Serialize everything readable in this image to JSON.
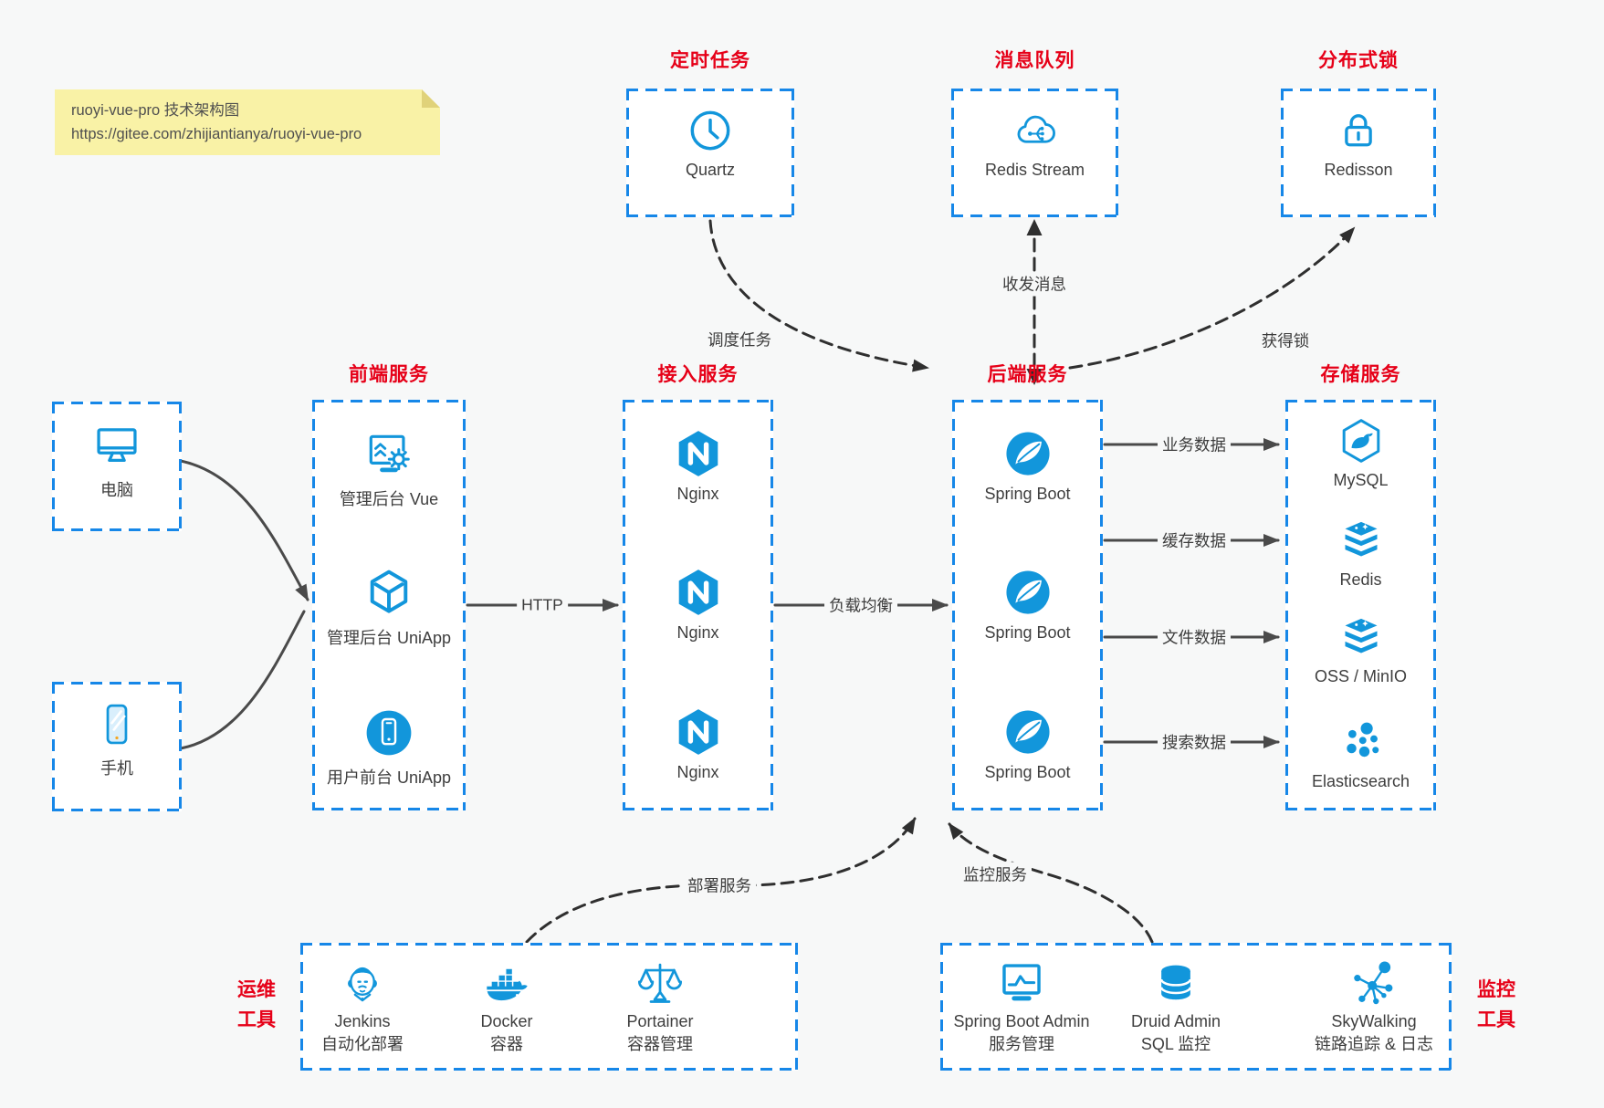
{
  "note": {
    "line1": "ruoyi-vue-pro 技术架构图",
    "line2": "https://gitee.com/zhijiantianya/ruoyi-vue-pro"
  },
  "colors": {
    "accent_blue": "#1296db",
    "box_border_blue": "#1687e8",
    "title_red": "#e60018",
    "note_yellow": "#f9f2a6",
    "canvas_gray": "#f7f8f8",
    "arrow_gray": "#4a4a4a",
    "arrow_dark": "#2f2f2f"
  },
  "top_groups": [
    {
      "title": "定时任务",
      "item": {
        "label": "Quartz",
        "icon": "clock-icon"
      }
    },
    {
      "title": "消息队列",
      "item": {
        "label": "Redis Stream",
        "icon": "cloud-mq-icon"
      }
    },
    {
      "title": "分布式锁",
      "item": {
        "label": "Redisson",
        "icon": "lock-icon"
      }
    }
  ],
  "devices": [
    {
      "label": "电脑",
      "icon": "desktop-icon"
    },
    {
      "label": "手机",
      "icon": "phone-icon"
    }
  ],
  "columns": {
    "frontend": {
      "title": "前端服务",
      "items": [
        {
          "label": "管理后台 Vue",
          "icon": "admin-vue-icon"
        },
        {
          "label": "管理后台 UniApp",
          "icon": "uniapp-cube-icon"
        },
        {
          "label": "用户前台 UniApp",
          "icon": "user-app-icon"
        }
      ]
    },
    "access": {
      "title": "接入服务",
      "items": [
        {
          "label": "Nginx",
          "icon": "nginx-icon"
        },
        {
          "label": "Nginx",
          "icon": "nginx-icon"
        },
        {
          "label": "Nginx",
          "icon": "nginx-icon"
        }
      ]
    },
    "backend": {
      "title": "后端服务",
      "items": [
        {
          "label": "Spring Boot",
          "icon": "spring-icon"
        },
        {
          "label": "Spring Boot",
          "icon": "spring-icon"
        },
        {
          "label": "Spring Boot",
          "icon": "spring-icon"
        }
      ]
    },
    "storage": {
      "title": "存储服务",
      "items": [
        {
          "label": "MySQL",
          "icon": "mysql-icon"
        },
        {
          "label": "Redis",
          "icon": "storage-stack-icon"
        },
        {
          "label": "OSS / MinIO",
          "icon": "storage-stack-icon"
        },
        {
          "label": "Elasticsearch",
          "icon": "elasticsearch-icon"
        }
      ]
    }
  },
  "bottom_groups": {
    "ops": {
      "title_line1": "运维",
      "title_line2": "工具",
      "items": [
        {
          "name": "Jenkins",
          "desc": "自动化部署",
          "icon": "jenkins-icon"
        },
        {
          "name": "Docker",
          "desc": "容器",
          "icon": "docker-icon"
        },
        {
          "name": "Portainer",
          "desc": "容器管理",
          "icon": "portainer-icon"
        }
      ]
    },
    "monitoring": {
      "title_line1": "监控",
      "title_line2": "工具",
      "items": [
        {
          "name": "Spring Boot Admin",
          "desc": "服务管理",
          "icon": "sba-icon"
        },
        {
          "name": "Druid Admin",
          "desc": "SQL 监控",
          "icon": "druid-icon"
        },
        {
          "name": "SkyWalking",
          "desc": "链路追踪 & 日志",
          "icon": "skywalking-icon"
        }
      ]
    }
  },
  "edges": {
    "http": "HTTP",
    "load_balance": "负载均衡",
    "schedule_task": "调度任务",
    "send_receive_message": "收发消息",
    "acquire_lock": "获得锁",
    "business_data": "业务数据",
    "cache_data": "缓存数据",
    "file_data": "文件数据",
    "search_data": "搜索数据",
    "deploy_service": "部署服务",
    "monitor_service": "监控服务"
  }
}
